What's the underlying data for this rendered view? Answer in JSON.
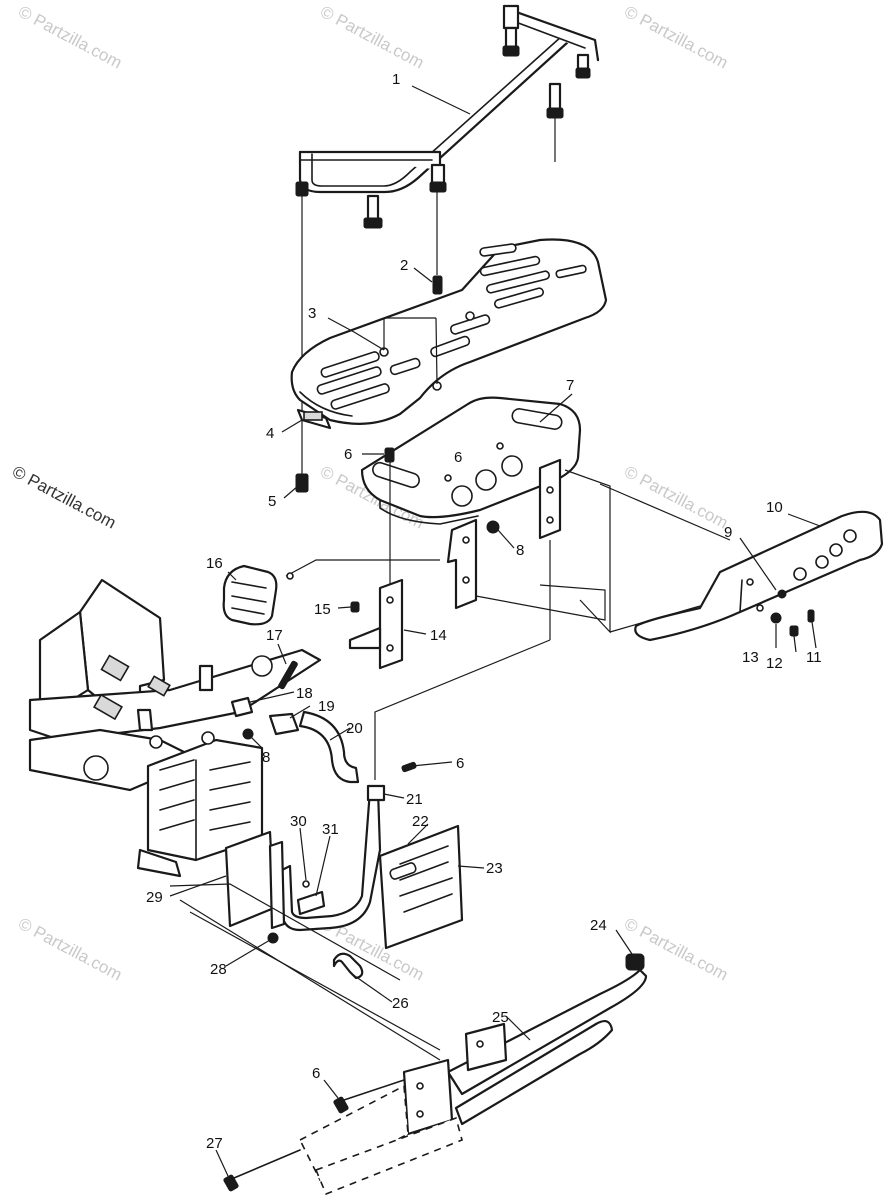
{
  "watermark": {
    "text": "© Partzilla.com"
  },
  "callouts": [
    "1",
    "2",
    "3",
    "4",
    "5",
    "6",
    "7",
    "6",
    "8",
    "9",
    "10",
    "11",
    "12",
    "13",
    "14",
    "15",
    "16",
    "17",
    "18",
    "19",
    "8",
    "20",
    "6",
    "21",
    "22",
    "23",
    "24",
    "25",
    "26",
    "27",
    "28",
    "29",
    "30",
    "31",
    "6"
  ]
}
